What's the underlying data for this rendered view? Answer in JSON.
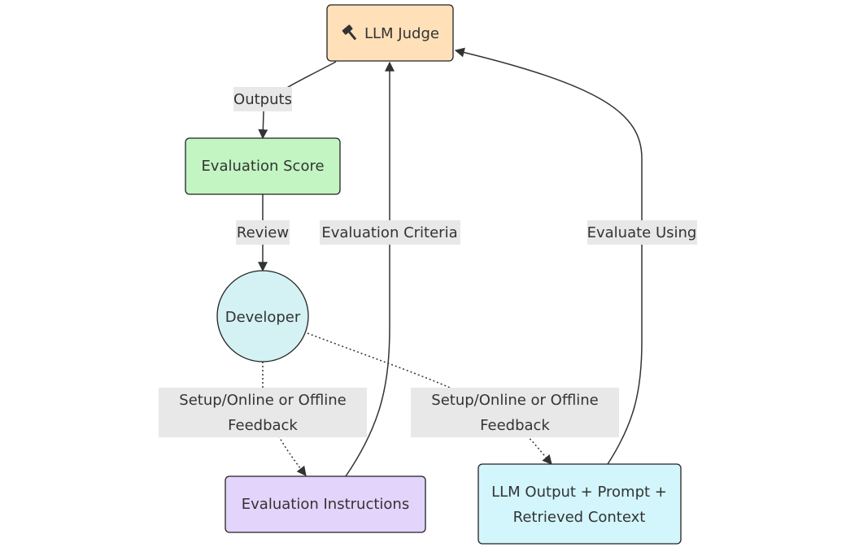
{
  "nodes": {
    "llm_judge": {
      "icon": "gavel-icon",
      "label": "LLM Judge",
      "color": "#ffe0b8"
    },
    "eval_score": {
      "label": "Evaluation Score",
      "color": "#c2f5c2"
    },
    "developer": {
      "label": "Developer",
      "color": "#d4f1f4"
    },
    "eval_instructions": {
      "label": "Evaluation Instructions",
      "color": "#e2d4fb"
    },
    "llm_output": {
      "label_line1": "LLM Output + Prompt +",
      "label_line2": "Retrieved Context",
      "color": "#d2f6fc"
    }
  },
  "edges": {
    "outputs": {
      "label": "Outputs"
    },
    "review": {
      "label": "Review"
    },
    "evaluation_criteria": {
      "label": "Evaluation Criteria"
    },
    "evaluate_using": {
      "label": "Evaluate Using"
    },
    "setup_left": {
      "label_line1": "Setup/Online or Offline",
      "label_line2": "Feedback"
    },
    "setup_right": {
      "label_line1": "Setup/Online or Offline",
      "label_line2": "Feedback"
    }
  }
}
